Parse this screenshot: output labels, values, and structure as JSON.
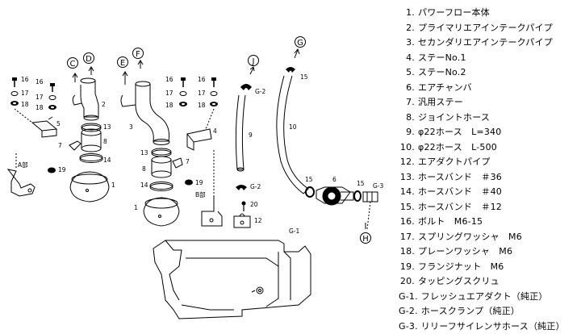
{
  "parts_list": [
    {
      "num": "1.",
      "name": "パワーフロー本体"
    },
    {
      "num": "2.",
      "name": "プライマリエアインテークパイプ"
    },
    {
      "num": "3.",
      "name": "セカンダリエアインテークパイプ"
    },
    {
      "num": "4.",
      "name": "ステーNo.1"
    },
    {
      "num": "5.",
      "name": "ステーNo.2"
    },
    {
      "num": "6.",
      "name": "エアチャンバ"
    },
    {
      "num": "7.",
      "name": "汎用ステー"
    },
    {
      "num": "8.",
      "name": "ジョイントホース"
    },
    {
      "num": "9.",
      "name": "φ22ホース　L=340"
    },
    {
      "num": "10.",
      "name": "φ22ホース　L-500"
    },
    {
      "num": "12.",
      "name": "エアダクトパイプ"
    },
    {
      "num": "13.",
      "name": "ホースバンド　＃36"
    },
    {
      "num": "14.",
      "name": "ホースバンド　＃40"
    },
    {
      "num": "15.",
      "name": "ホースバンド　＃12"
    },
    {
      "num": "16.",
      "name": "ボルト　M6-15"
    },
    {
      "num": "17.",
      "name": "スプリングワッシャ　M6"
    },
    {
      "num": "18.",
      "name": "プレーンワッシャ　M6"
    },
    {
      "num": "19.",
      "name": "フランジナット　M6"
    },
    {
      "num": "20.",
      "name": "タッピングスクリュ"
    },
    {
      "num": "G-1.",
      "name": "フレッシュエアダクト（純正）"
    },
    {
      "num": "G-2.",
      "name": "ホースクランプ（純正）"
    },
    {
      "num": "G-3.",
      "name": "リリーフサイレンサホース（純正）"
    }
  ],
  "diagram": {
    "circle_labels": {
      "C": "C",
      "D": "D",
      "E": "E",
      "F": "F",
      "G": "G",
      "H": "H",
      "J": "J"
    },
    "section_labels": {
      "a": "A部",
      "b": "B部"
    },
    "callouts": {
      "n1": "1",
      "n2": "2",
      "n3": "3",
      "n4": "4",
      "n5": "5",
      "n6": "6",
      "n7": "7",
      "n8": "8",
      "n9": "9",
      "n10": "10",
      "n12": "12",
      "n13": "13",
      "n14": "14",
      "n15": "15",
      "n16": "16",
      "n17": "17",
      "n18": "18",
      "n19": "19",
      "n20": "20",
      "g1": "G-1",
      "g2": "G-2",
      "g3": "G-3"
    }
  }
}
